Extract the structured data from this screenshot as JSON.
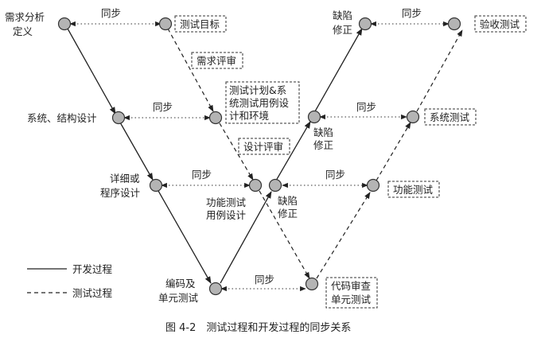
{
  "labels": {
    "req_analysis": [
      "需求分析",
      "定义"
    ],
    "sys_design": "系统、结构设计",
    "detail_design": [
      "详细或",
      "程序设计"
    ],
    "coding": [
      "编码及",
      "单元测试"
    ],
    "test_goal": "测试目标",
    "req_review": "需求评审",
    "test_plan": [
      "测试计划&系",
      "统测试用例设",
      "计和环境"
    ],
    "design_review": "设计评审",
    "func_case_design": [
      "功能测试",
      "用例设计"
    ],
    "code_review": [
      "代码审查",
      "单元测试"
    ],
    "defect_fix_1": [
      "缺陷",
      "修正"
    ],
    "defect_fix_2": [
      "缺陷",
      "修正"
    ],
    "defect_fix_3": [
      "缺陷",
      "修正"
    ],
    "acceptance_test": "验收测试",
    "system_test": "系统测试",
    "function_test": "功能测试"
  },
  "sync_label": "同步",
  "legend": {
    "dev_process": "开发过程",
    "test_process": "测试过程"
  },
  "caption": "图 4-2　测试过程和开发过程的同步关系"
}
